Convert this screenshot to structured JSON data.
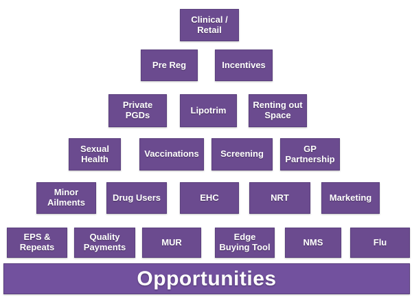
{
  "diagram": {
    "rows": [
      {
        "boxes": [
          {
            "label": "Clinical /\nRetail"
          }
        ]
      },
      {
        "boxes": [
          {
            "label": "Pre Reg"
          },
          {
            "label": "Incentives"
          }
        ]
      },
      {
        "boxes": [
          {
            "label": "Private\nPGDs"
          },
          {
            "label": "Lipotrim"
          },
          {
            "label": "Renting out\nSpace"
          }
        ]
      },
      {
        "boxes": [
          {
            "label": "Sexual\nHealth"
          },
          {
            "label": "Vaccinations"
          },
          {
            "label": "Screening"
          },
          {
            "label": "GP\nPartnership"
          }
        ]
      },
      {
        "boxes": [
          {
            "label": "Minor\nAilments"
          },
          {
            "label": "Drug Users"
          },
          {
            "label": "EHC"
          },
          {
            "label": "NRT"
          },
          {
            "label": "Marketing"
          }
        ]
      },
      {
        "boxes": [
          {
            "label": "EPS &\nRepeats"
          },
          {
            "label": "Quality\nPayments"
          },
          {
            "label": "MUR"
          },
          {
            "label": "Edge\nBuying Tool"
          },
          {
            "label": "NMS"
          },
          {
            "label": "Flu"
          }
        ]
      }
    ],
    "base_label": "Opportunities"
  },
  "colors": {
    "box_fill": "#6b4b8f",
    "box_border": "#5a3f7d",
    "base_fill": "#72519e",
    "text": "#ffffff"
  }
}
